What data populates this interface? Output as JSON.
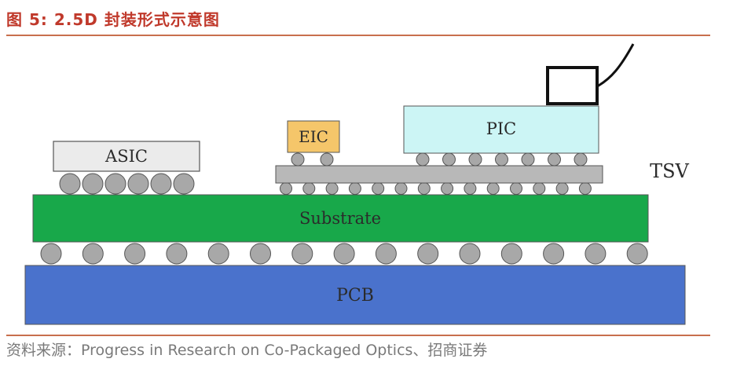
{
  "figure": {
    "title": "图 5:  2.5D 封装形式示意图",
    "source": "资料来源：Progress in Research on Co-Packaged Optics、招商证券"
  },
  "diagram": {
    "labels": {
      "asic": "ASIC",
      "eic": "EIC",
      "pic": "PIC",
      "tsv": "TSV",
      "substrate": "Substrate",
      "pcb": "PCB"
    },
    "colors": {
      "title": "#c0392b",
      "rule": "#c86f4d",
      "asic_fill": "#ebebeb",
      "eic_fill": "#f5c66a",
      "pic_fill": "#ccf5f5",
      "interposer_fill": "#b8b8b8",
      "substrate_fill": "#18a84a",
      "pcb_fill": "#4a72cc",
      "bump_fill": "#a8a8a8",
      "outline": "#555555"
    }
  }
}
